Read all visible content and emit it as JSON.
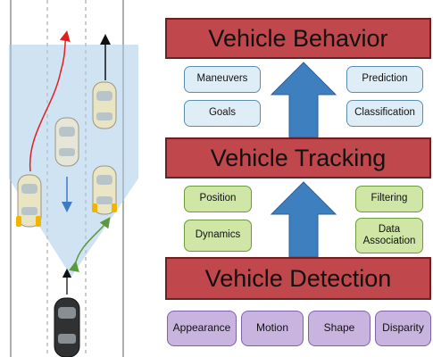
{
  "layers": {
    "behavior": "Vehicle Behavior",
    "tracking": "Vehicle Tracking",
    "detection": "Vehicle Detection"
  },
  "behavior_items": {
    "maneuvers": "Maneuvers",
    "goals": "Goals",
    "prediction": "Prediction",
    "classification": "Classification"
  },
  "tracking_items": {
    "position": "Position",
    "dynamics": "Dynamics",
    "filtering": "Filtering",
    "data_association": "Data Association"
  },
  "detection_items": {
    "appearance": "Appearance",
    "motion": "Motion",
    "shape": "Shape",
    "disparity": "Disparity"
  },
  "colors": {
    "layer_fill": "#c0474b",
    "arrow_blue": "#3e7fc0",
    "chip_blue": "#dfeef6",
    "chip_green": "#cfe6a6",
    "chip_purple": "#c9b4e0",
    "path_red": "#e02020",
    "path_green": "#5a9a3a",
    "path_black": "#111111",
    "path_blue": "#3a7bc8"
  },
  "icons": [
    "ego-car-icon",
    "car-icon",
    "field-of-view-cone"
  ]
}
